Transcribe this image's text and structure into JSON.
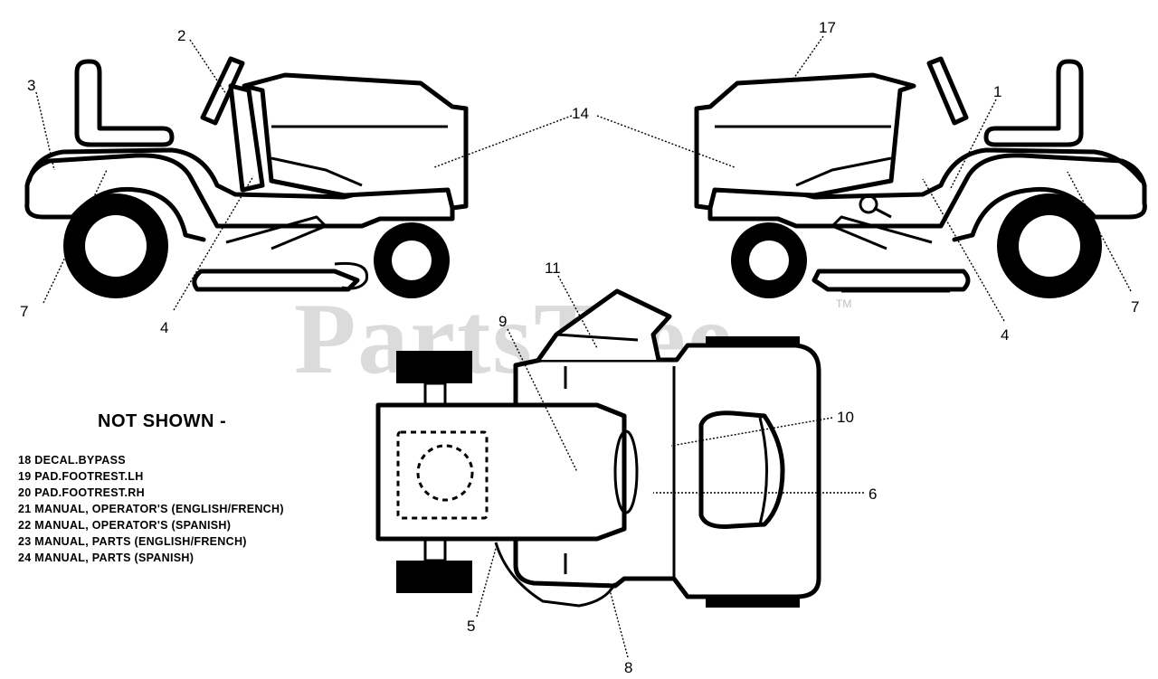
{
  "watermark": {
    "brand": "PartsTree",
    "trademark": "TM"
  },
  "callouts": {
    "c1": "1",
    "c2": "2",
    "c3": "3",
    "c4_left": "4",
    "c4_right": "4",
    "c5": "5",
    "c6": "6",
    "c7_left": "7",
    "c7_right": "7",
    "c8": "8",
    "c9": "9",
    "c10": "10",
    "c11": "11",
    "c14": "14",
    "c17": "17"
  },
  "not_shown": {
    "title": "NOT SHOWN -",
    "items": [
      "18 DECAL.BYPASS",
      "19 PAD.FOOTREST.LH",
      "20 PAD.FOOTREST.RH",
      "21 MANUAL, OPERATOR'S (ENGLISH/FRENCH)",
      "22 MANUAL, OPERATOR'S (SPANISH)",
      "23 MANUAL, PARTS (ENGLISH/FRENCH)",
      "24 MANUAL, PARTS (SPANISH)"
    ]
  }
}
